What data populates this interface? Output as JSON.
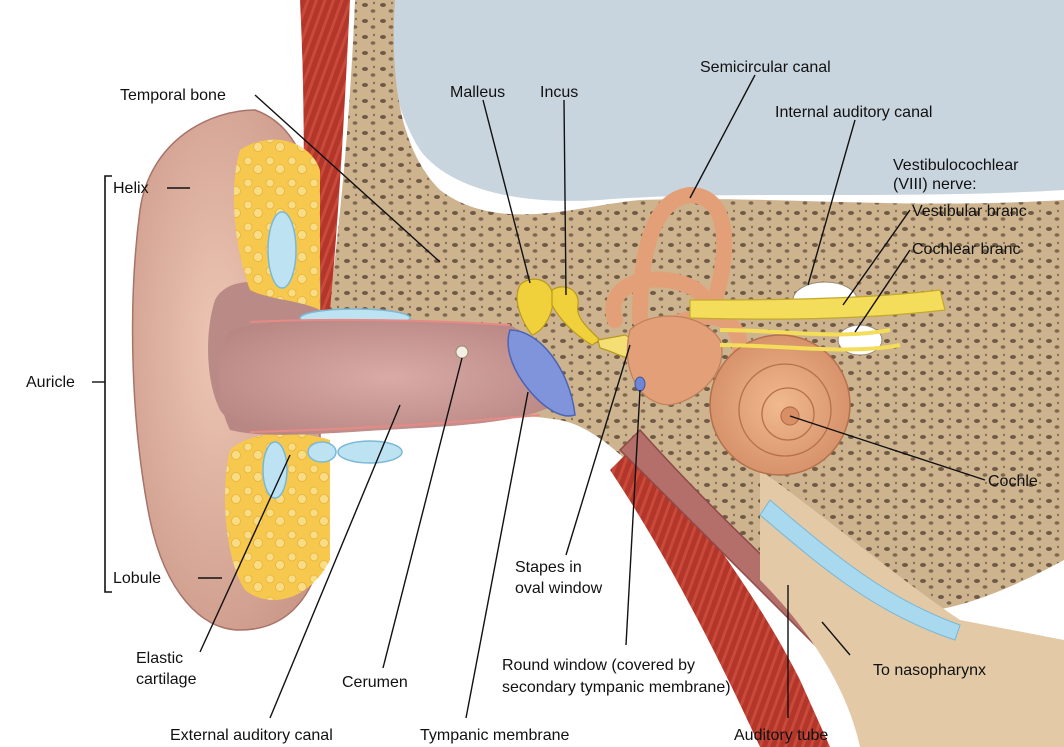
{
  "labels": {
    "temporal_bone": "Temporal bone",
    "malleus": "Malleus",
    "incus": "Incus",
    "semicircular_canal": "Semicircular canal",
    "internal_auditory_canal": "Internal auditory canal",
    "vestibulocochlear_line1": "Vestibulocochlear",
    "vestibulocochlear_line2": "(VIII) nerve:",
    "vestibular_branch": "Vestibular branc",
    "cochlear_branch": "Cochlear branc",
    "helix": "Helix",
    "auricle": "Auricle",
    "lobule": "Lobule",
    "cochlea": "Cochle",
    "stapes_line1": "Stapes in",
    "stapes_line2": "oval window",
    "elastic_cartilage_line1": "Elastic",
    "elastic_cartilage_line2": "cartilage",
    "cerumen": "Cerumen",
    "round_window_line1": "Round window (covered by",
    "round_window_line2": "secondary tympanic membrane)",
    "to_nasopharynx": "To nasopharynx",
    "external_auditory_canal": "External auditory canal",
    "tympanic_membrane": "Tympanic membrane",
    "auditory_tube": "Auditory tube"
  },
  "colors": {
    "skin": "#e2b5a2",
    "skin_dark": "#b9827a",
    "canal_lining": "#c99a97",
    "bone": "#d7c3a4",
    "bone_pores": "#6e5a45",
    "cartilage": "#f6cd57",
    "cartilage_cells": "#a9d9ef",
    "muscle": "#b3362a",
    "brain_space": "#c5d2dc",
    "ossicles": "#f0d13c",
    "tympanic_membrane": "#7b8fd8",
    "inner_ear": "#e3a078",
    "nerve": "#f4dd5a"
  }
}
